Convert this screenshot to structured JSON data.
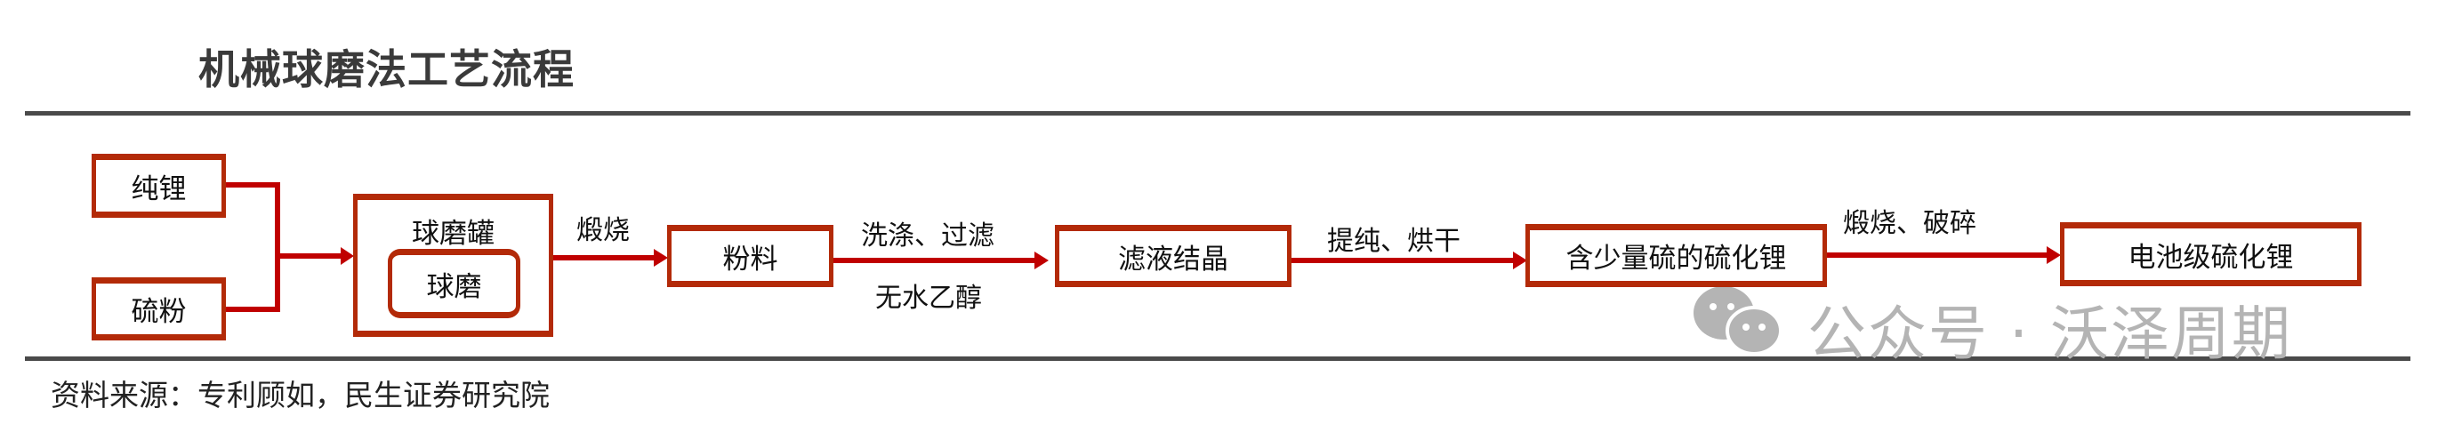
{
  "title": "机械球磨法工艺流程",
  "nodes": {
    "lithium": "纯锂",
    "sulfur": "硫粉",
    "ball_mill_jar": "球磨罐",
    "ball_mill": "球磨",
    "powder": "粉料",
    "crystallization": "滤液结晶",
    "crude_li2s": "含少量硫的硫化锂",
    "battery_li2s": "电池级硫化锂"
  },
  "edges": {
    "calcine": "煅烧",
    "wash_filter": "洗涤、过滤",
    "anhydrous_ethanol": "无水乙醇",
    "purify_dry": "提纯、烘干",
    "calcine_crush": "煅烧、破碎"
  },
  "source": "资料来源：专利顾如，民生证券研究院",
  "watermark": "公众号 · 沃泽周期",
  "colors": {
    "accent": "#b32a08",
    "arrow": "#c00000",
    "rule": "#4a4a4a"
  }
}
